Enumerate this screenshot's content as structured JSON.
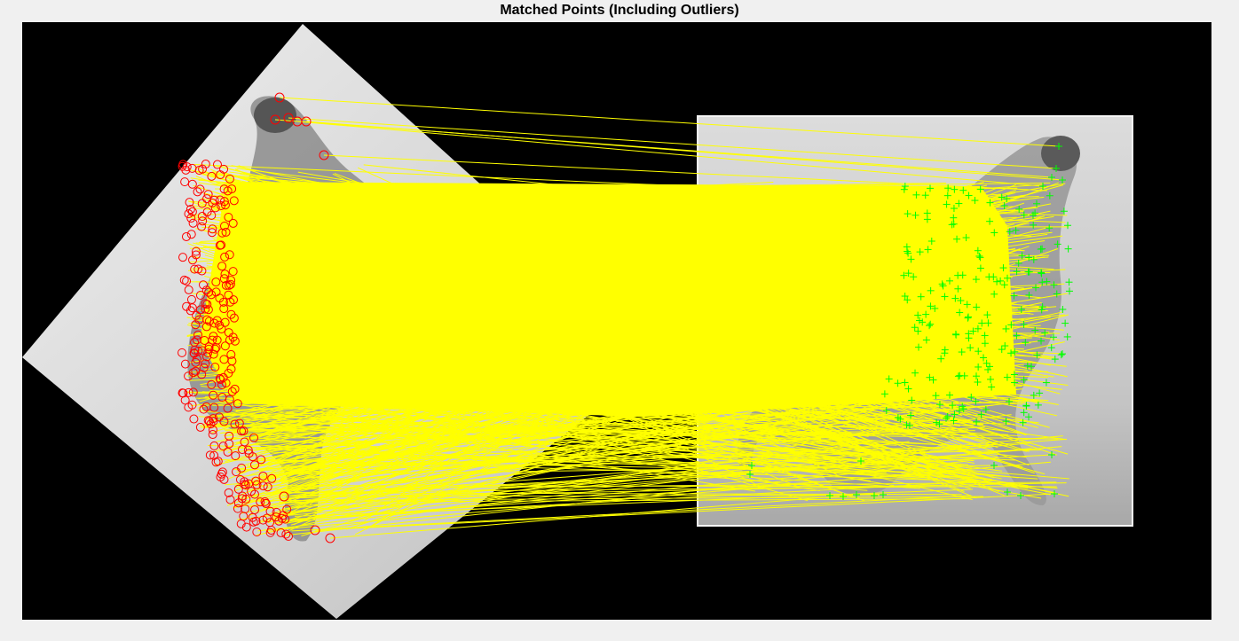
{
  "figure": {
    "title": "Matched Points (Including Outliers)"
  },
  "colors": {
    "background": "#f0f0f0",
    "axes_background": "#000000",
    "match_line": "#ffff00",
    "left_marker": "#ff0000",
    "right_marker": "#00ff00"
  },
  "markers": {
    "left_image_marker": "red-circle",
    "right_image_marker": "green-plus"
  }
}
